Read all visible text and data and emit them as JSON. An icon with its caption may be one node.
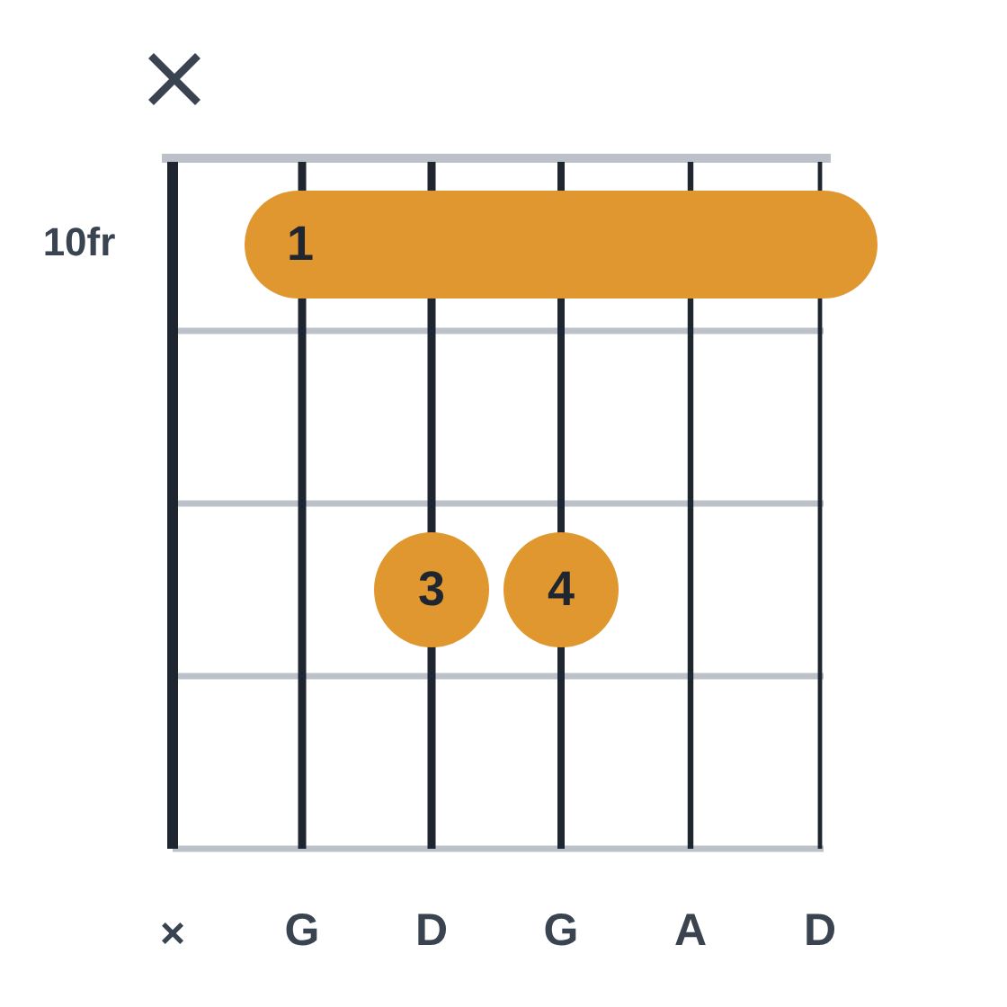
{
  "diagram": {
    "nodes": [
      {
        "text": [
          "1"
        ]
      },
      {
        "text": [
          "3"
        ]
      },
      {
        "text": [
          "4"
        ]
      }
    ],
    "labels": [
      "10fr",
      "×",
      "G",
      "D",
      "G",
      "A",
      "D"
    ]
  }
}
